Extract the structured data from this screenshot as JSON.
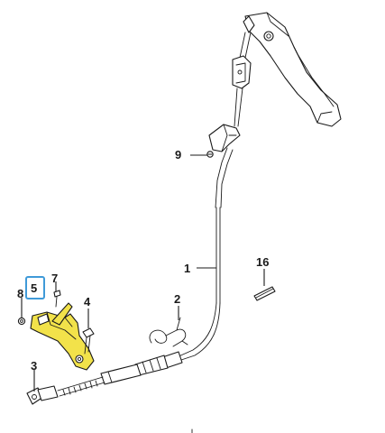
{
  "callouts": {
    "c1": "1",
    "c2": "2",
    "c3": "3",
    "c4": "4",
    "c5": "5",
    "c7": "7",
    "c8": "8",
    "c9": "9",
    "c16": "16"
  },
  "colors": {
    "highlight_fill": "#f2e24a",
    "highlight_box": "#3f9ad8",
    "line": "#1a1a1a"
  }
}
